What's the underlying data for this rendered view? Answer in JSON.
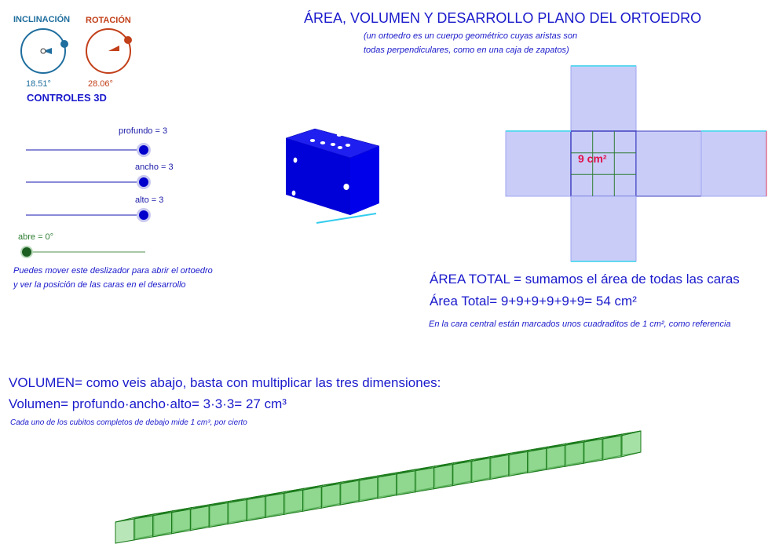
{
  "title": "ÁREA, VOLUMEN Y DESARROLLO PLANO DEL ORTOEDRO",
  "subtitle_lines": [
    "(un ortoedro es un cuerpo geométrico cuyas aristas son",
    "todas perpendiculares, como en una caja de zapatos)"
  ],
  "controls3d": {
    "heading": "CONTROLES 3D",
    "inclination": {
      "label": "INCLINACIÓN",
      "value_text": "18.51°",
      "value": 18.51,
      "color": "#1f6e9e"
    },
    "rotation": {
      "label": "ROTACIÓN",
      "value_text": "28.06°",
      "value": 28.06,
      "color": "#c2401a"
    }
  },
  "sliders": [
    {
      "label": "profundo = 3",
      "value": 3,
      "color": "#0000cc"
    },
    {
      "label": "ancho = 3",
      "value": 3,
      "color": "#0000cc"
    },
    {
      "label": "alto = 3",
      "value": 3,
      "color": "#0000cc"
    },
    {
      "label": "abre = 0°",
      "value": 0,
      "color": "#2e7d32"
    }
  ],
  "slider_note_lines": [
    "Puedes mover este deslizador para abrir el ortoedro",
    "y ver la posición de las caras en el desarrollo"
  ],
  "net": {
    "face_area_label": "9 cm²",
    "face_color": "#c9ccf7",
    "grid_color": "#2e7d32"
  },
  "area": {
    "heading": "ÁREA TOTAL = sumamos el área de todas las caras",
    "formula": "Área Total= 9+9+9+9+9+9= 54 cm²",
    "note": "En la cara central están marcados unos cuadraditos de 1 cm², como referencia"
  },
  "volume": {
    "heading": "VOLUMEN= como veis abajo, basta con multiplicar las tres dimensiones:",
    "formula": "Volumen= profundo·ancho·alto= 3·3·3= 27 cm³",
    "note": "Cada uno de los cubitos completos de debajo mide 1 cm³, por cierto",
    "cube_count": 27,
    "cube_color": "#2e9e2e"
  },
  "die": {
    "color": "#0000ee"
  }
}
